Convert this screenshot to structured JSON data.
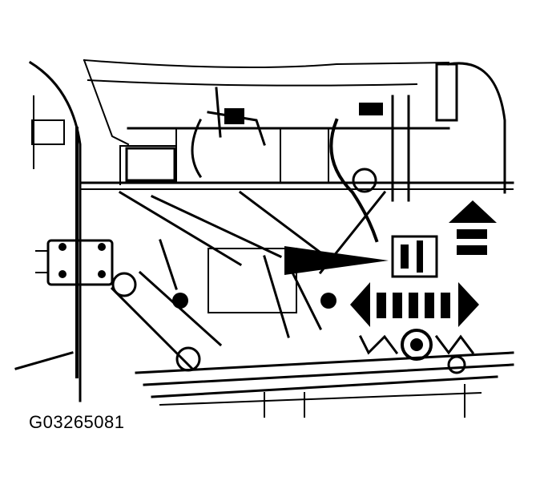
{
  "figure": {
    "id_label": "G03265081",
    "description": "Engine/transmission mount line drawing with indicator arrows"
  },
  "arrows": [
    {
      "name": "pointer-arrow",
      "direction": "right",
      "style": "tapered-solid"
    },
    {
      "name": "horizontal-movement-arrow",
      "direction": "left-right",
      "style": "segmented"
    },
    {
      "name": "vertical-movement-arrow",
      "direction": "up",
      "style": "segmented"
    }
  ],
  "colors": {
    "line": "#000000",
    "background": "#ffffff"
  }
}
